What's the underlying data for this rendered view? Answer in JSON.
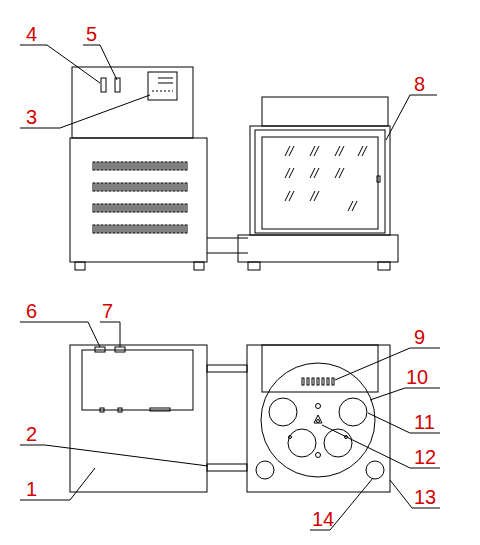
{
  "diagram": {
    "labels": [
      "4",
      "5",
      "3",
      "8",
      "6",
      "7",
      "2",
      "9",
      "1",
      "10",
      "11",
      "12",
      "13",
      "14"
    ]
  }
}
